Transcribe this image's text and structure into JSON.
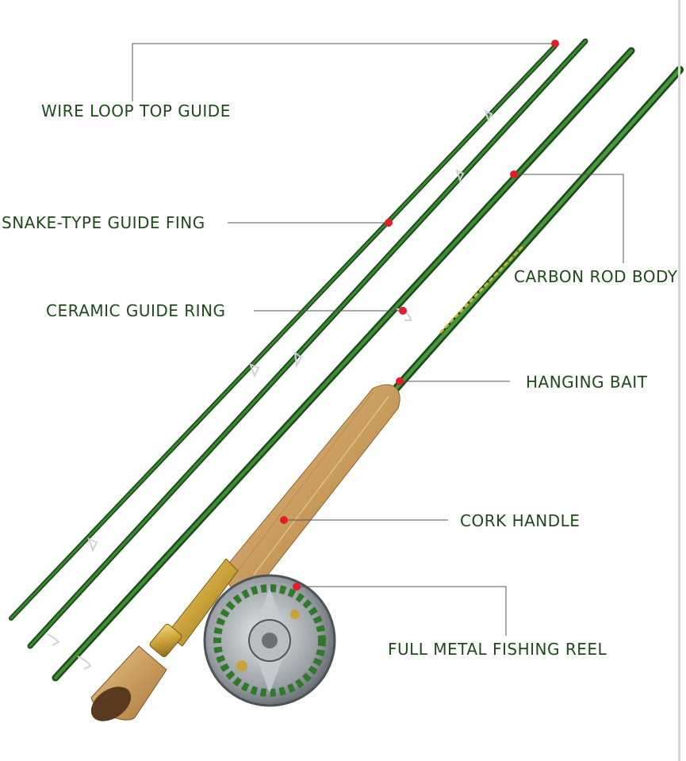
{
  "labels": {
    "wire_loop_top_guide": "WIRE LOOP TOP GUIDE",
    "snake_type_guide_fing": "SNAKE-TYPE GUIDE FING",
    "carbon_rod_body": "CARBON ROD BODY",
    "ceramic_guide_ring": "CERAMIC GUIDE RING",
    "hanging_bait": "HANGING BAIT",
    "cork_handle": "CORK HANDLE",
    "full_metal_fishing_reel": "FULL METAL FISHING REEL"
  },
  "colors": {
    "label_text": "#1f4a1a",
    "rod_green": "#2f7a2a",
    "rod_dark": "#1b4d1a",
    "cork": "#c9a46c",
    "reel_metal": "#9aa0a6",
    "reel_gold": "#c9a23a",
    "marker_red": "#e21b2d",
    "leader_line": "#555555"
  },
  "icons": {
    "marker": "red-dot-icon"
  }
}
